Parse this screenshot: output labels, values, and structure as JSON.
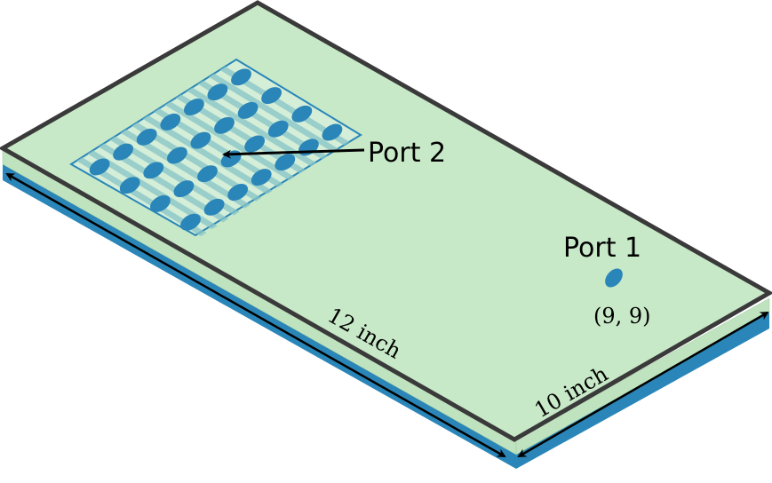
{
  "labels": {
    "port1": "Port 1",
    "port1_coord": "(9, 9)",
    "port2": "Port 2",
    "length": "12 inch",
    "width": "10 inch"
  },
  "colors": {
    "board_top": "#c8e9c8",
    "board_edge": "#bfe3bf",
    "board_outline": "#3a3a3a",
    "ground_plane": "#2a86b8",
    "port_fill": "#2a86b8",
    "grid_stripe": "#86c3c7"
  },
  "port2_array": {
    "rows": 4,
    "columns": 7
  }
}
